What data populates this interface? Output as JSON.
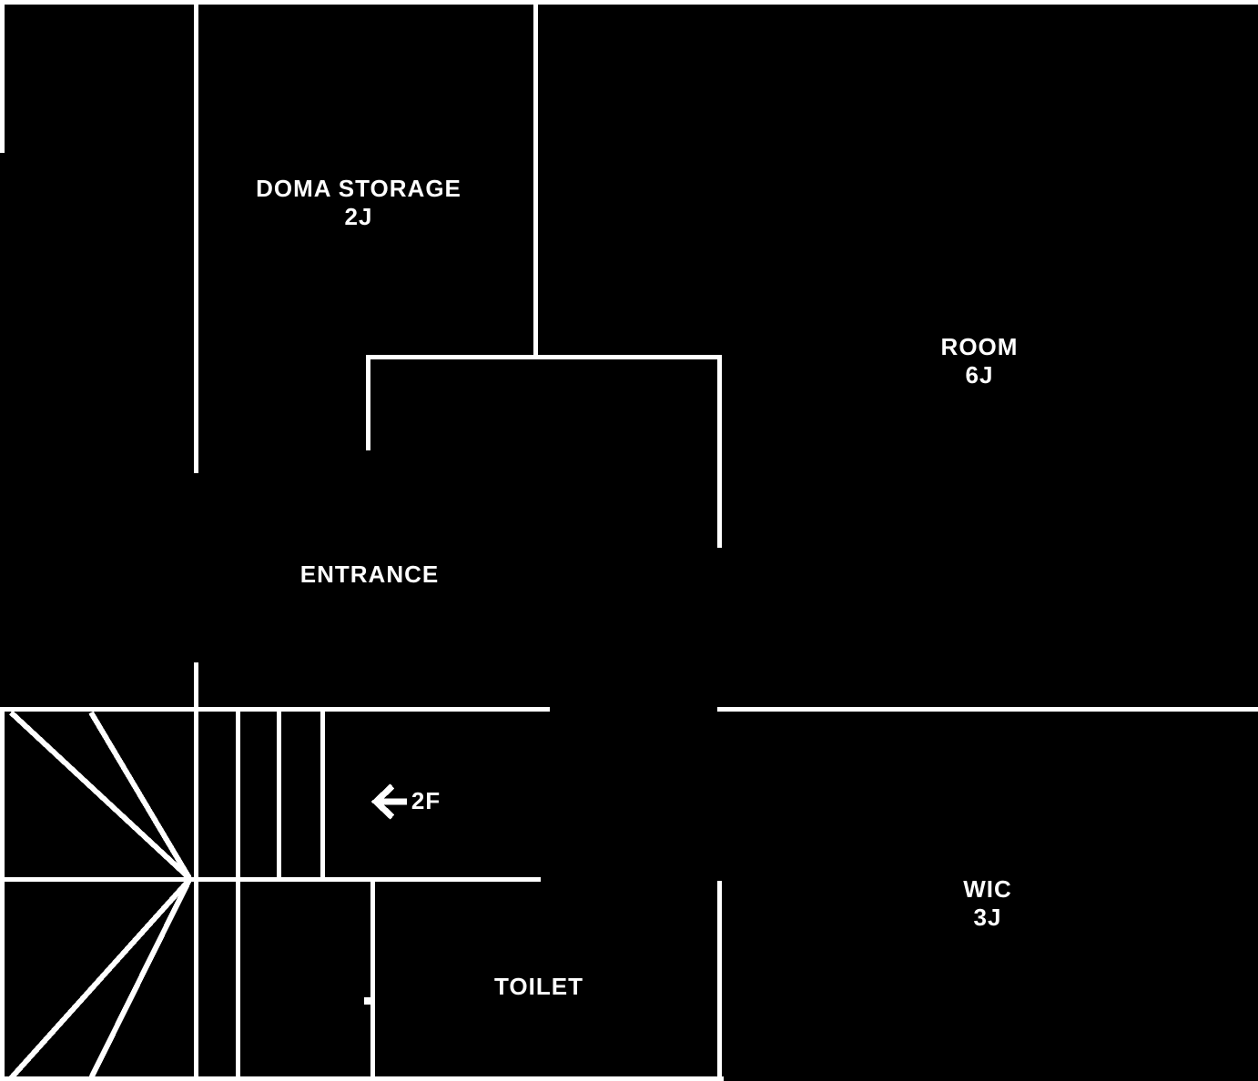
{
  "colors": {
    "background": "#000000",
    "line": "#ffffff"
  },
  "rooms": {
    "doma_storage": {
      "name": "DOMA STORAGE",
      "size": "2J"
    },
    "room": {
      "name": "ROOM",
      "size": "6J"
    },
    "entrance": {
      "name": "ENTRANCE"
    },
    "toilet": {
      "name": "TOILET"
    },
    "wic": {
      "name": "WIC",
      "size": "3J"
    }
  },
  "stairs": {
    "floor_label": "2F",
    "arrow_icon": "arrow-left"
  }
}
